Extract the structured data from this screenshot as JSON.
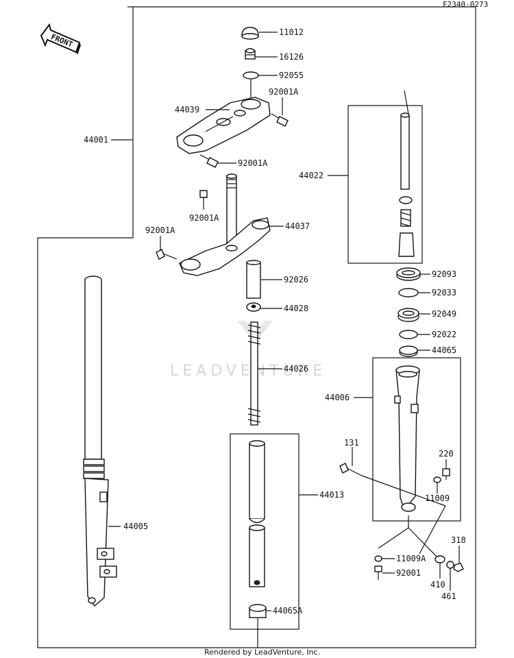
{
  "figure_code": "F2340-0273",
  "front_label": "FRONT",
  "watermark": "LEADVENTURE",
  "footer": "Rendered by LeadVenture, Inc.",
  "parts": {
    "p11012": "11012",
    "p16126": "16126",
    "p92055": "92055",
    "p92001A_1": "92001A",
    "p44039": "44039",
    "p92001A_2": "92001A",
    "p44001": "44001",
    "p92001A_3": "92001A",
    "p44037": "44037",
    "p92001A_4": "92001A",
    "p92026": "92026",
    "p44028": "44028",
    "p44026": "44026",
    "p44022": "44022",
    "p92093": "92093",
    "p92033": "92033",
    "p92049": "92049",
    "p92022": "92022",
    "p44065": "44065",
    "p44006": "44006",
    "p131": "131",
    "p220": "220",
    "p11009": "11009",
    "p44005": "44005",
    "p44013": "44013",
    "p318": "318",
    "p11009A": "11009A",
    "p92001": "92001",
    "p410": "410",
    "p461": "461",
    "p44065A": "44065A"
  }
}
